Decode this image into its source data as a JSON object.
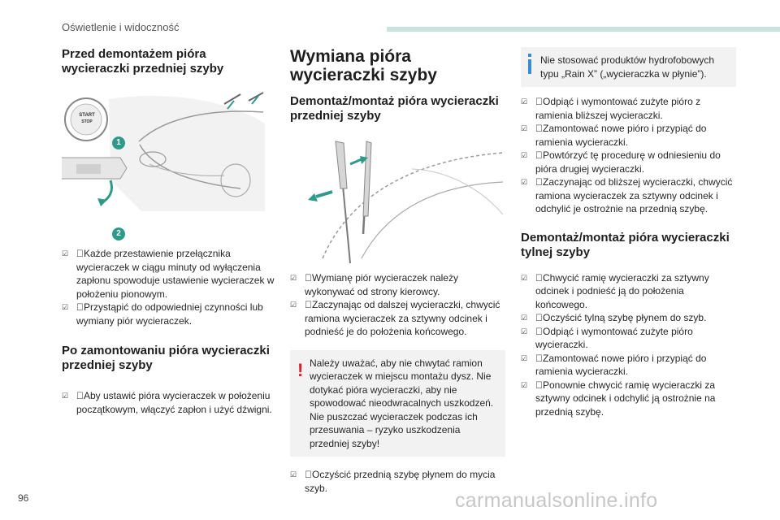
{
  "header": {
    "title": "Oświetlenie i widoczność"
  },
  "left": {
    "h1": "Przed demontażem pióra wycieraczki przedniej szyby",
    "callouts": [
      "1",
      "2"
    ],
    "steps": [
      "Każde przestawienie przełącznika wycieraczek w ciągu minuty od wyłączenia zapłonu spowoduje ustawienie wycieraczek w położeniu pionowym.",
      "Przystąpić do odpowiedniej czynności lub wymiany piór wycieraczek."
    ],
    "h2": "Po zamontowaniu pióra wycieraczki przedniej szyby",
    "steps2": [
      "Aby ustawić pióra wycieraczek w położeniu początkowym, włączyć zapłon i użyć dźwigni."
    ],
    "start_stop_label": "START",
    "start_stop_sub": "STOP"
  },
  "middle": {
    "title": "Wymiana pióra wycieraczki szyby",
    "h2": "Demontaż/montaż pióra wycieraczki przedniej szyby",
    "steps": [
      "Wymianę piór wycieraczek należy wykonywać od strony kierowcy.",
      "Zaczynając od dalszej wycieraczki, chwycić ramiona wycieraczek za sztywny odcinek i podnieść je do położenia końcowego."
    ],
    "warning": "Należy uważać, aby nie chwytać ramion wycieraczek w miejscu montażu dysz. Nie dotykać pióra wycieraczki, aby nie spowodować nieodwracalnych uszkodzeń. Nie puszczać wycieraczek podczas ich przesuwania – ryzyko uszkodzenia przedniej szyby!",
    "steps2": [
      "Oczyścić przednią szybę płynem do mycia szyb."
    ]
  },
  "right": {
    "info": "Nie stosować produktów hydrofobowych typu „Rain X” („wycieraczka w płynie”).",
    "steps": [
      "Odpiąć i wymontować zużyte pióro z ramienia bliższej wycieraczki.",
      "Zamontować nowe pióro i przypiąć do ramienia wycieraczki.",
      "Powtórzyć tę procedurę w odniesieniu do pióra drugiej wycieraczki.",
      "Zaczynając od bliższej wycieraczki, chwycić ramiona wycieraczek za sztywny odcinek i odchylić je ostrożnie na przednią szybę."
    ],
    "h2": "Demontaż/montaż pióra wycieraczki tylnej szyby",
    "steps2": [
      "Chwycić ramię wycieraczki za sztywny odcinek i podnieść ją do położenia końcowego.",
      "Oczyścić tylną szybę płynem do szyb.",
      "Odpiąć i wymontować zużyte pióro wycieraczki.",
      "Zamontować nowe pióro i przypiąć do ramienia wycieraczki.",
      "Ponownie chwycić ramię wycieraczki za sztywny odcinek i odchylić ją ostrożnie na przednią szybę."
    ]
  },
  "footer": {
    "page_number": "96",
    "watermark": "carmanualsonline.info"
  },
  "colors": {
    "accent_teal": "#2f9a8a",
    "header_bar": "#c8e4dd",
    "warning_red": "#d9202a",
    "info_blue": "#3a8cd0"
  }
}
